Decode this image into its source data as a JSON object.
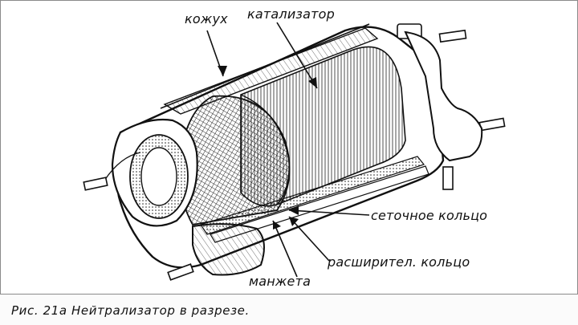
{
  "labels": {
    "casing": "кожух",
    "catalyst": "катализатор",
    "mesh_ring": "сеточное кольцо",
    "expansion_ring": "расширител. кольцо",
    "cuff": "манжета"
  },
  "caption": "Рис. 21а Нейтрализатор в разрезе.",
  "colors": {
    "ink": "#111111",
    "paper": "#ffffff"
  }
}
